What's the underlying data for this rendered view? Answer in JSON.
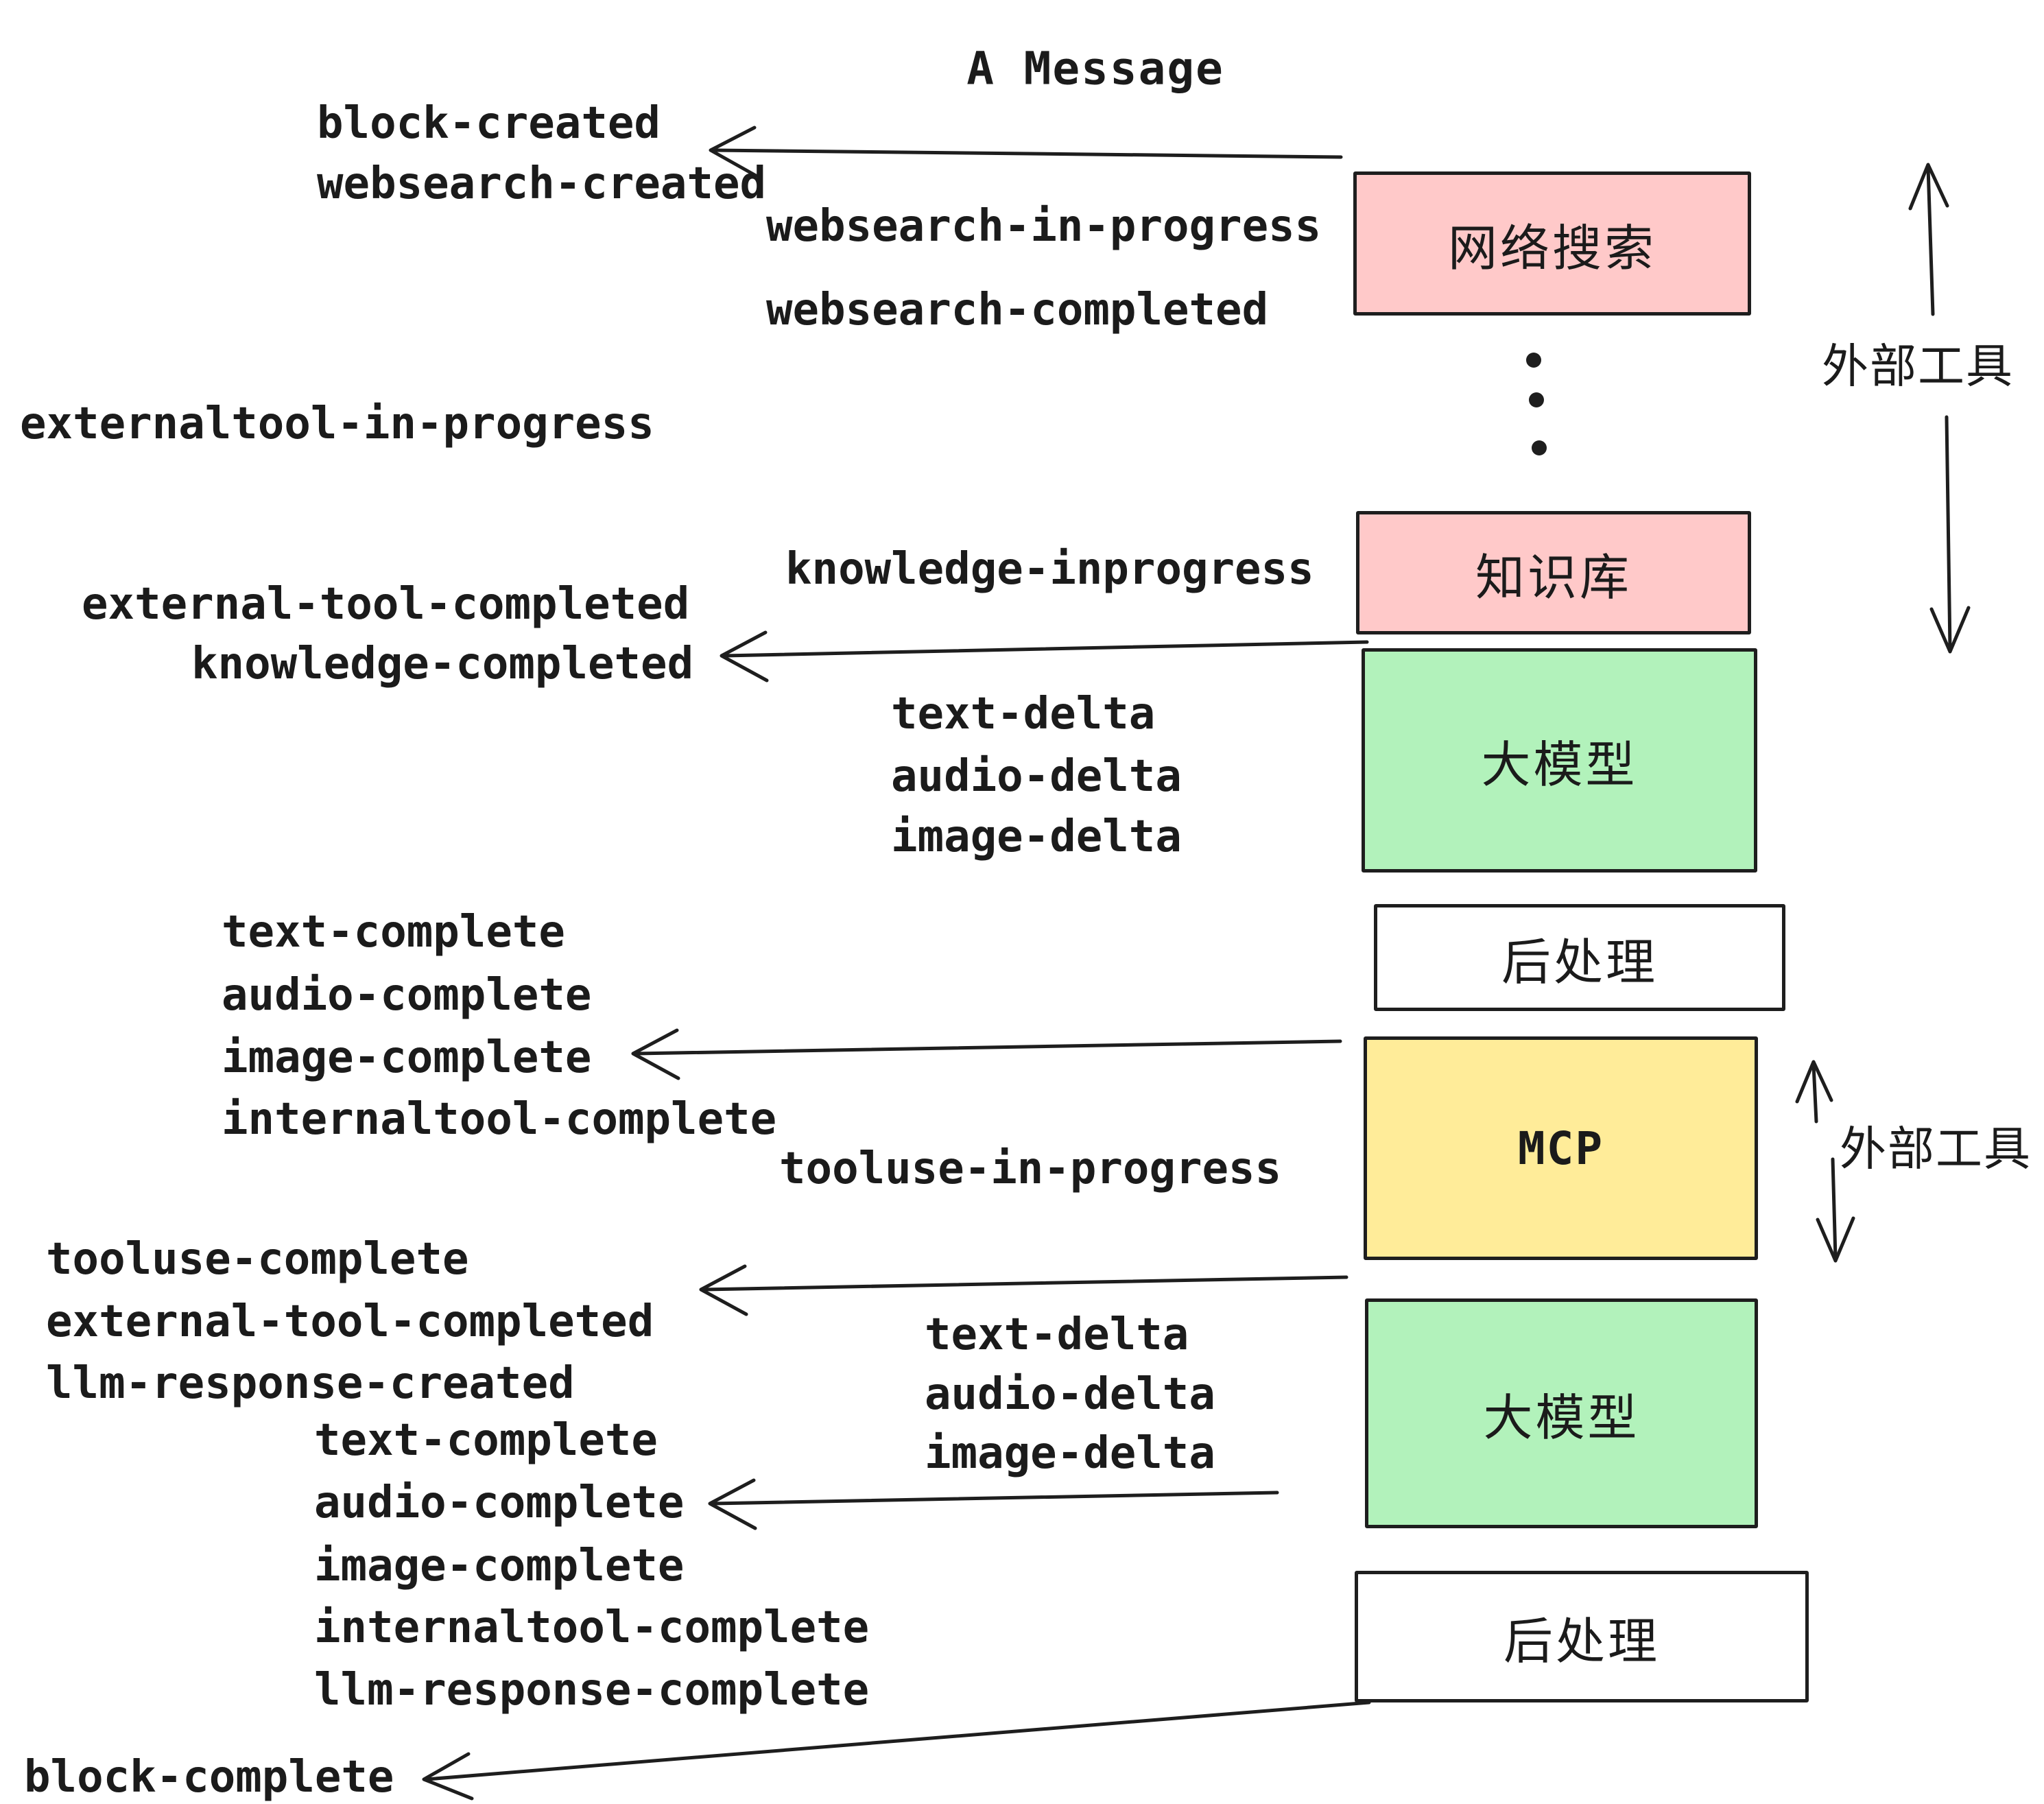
{
  "title": "A Message",
  "colors": {
    "pink": "#FFC9C9",
    "green": "#B2F2BB",
    "yellow": "#FFEC99",
    "white": "#FFFFFF",
    "stroke": "#1E1E1E",
    "text": "#1B1B1B"
  },
  "boxes": [
    {
      "id": "websearch",
      "label": "网络搜索",
      "fill": "pink"
    },
    {
      "id": "knowledge",
      "label": "知识库",
      "fill": "pink"
    },
    {
      "id": "llm-1",
      "label": "大模型",
      "fill": "green"
    },
    {
      "id": "post-1",
      "label": "后处理",
      "fill": "white"
    },
    {
      "id": "mcp",
      "label": "MCP",
      "fill": "yellow"
    },
    {
      "id": "llm-2",
      "label": "大模型",
      "fill": "green"
    },
    {
      "id": "post-2",
      "label": "后处理",
      "fill": "white"
    }
  ],
  "side_labels": [
    {
      "text": "外部工具"
    },
    {
      "text": "外部工具"
    }
  ],
  "events": [
    {
      "text": "block-created"
    },
    {
      "text": "websearch-created"
    },
    {
      "text": "websearch-in-progress"
    },
    {
      "text": "websearch-completed"
    },
    {
      "text": "externaltool-in-progress"
    },
    {
      "text": "knowledge-inprogress"
    },
    {
      "text": "external-tool-completed"
    },
    {
      "text": "knowledge-completed"
    },
    {
      "text": "text-delta"
    },
    {
      "text": "audio-delta"
    },
    {
      "text": "image-delta"
    },
    {
      "text": "text-complete"
    },
    {
      "text": "audio-complete"
    },
    {
      "text": "image-complete"
    },
    {
      "text": "internaltool-complete"
    },
    {
      "text": "tooluse-in-progress"
    },
    {
      "text": "tooluse-complete"
    },
    {
      "text": "external-tool-completed"
    },
    {
      "text": "llm-response-created"
    },
    {
      "text": "text-delta"
    },
    {
      "text": "audio-delta"
    },
    {
      "text": "image-delta"
    },
    {
      "text": "text-complete"
    },
    {
      "text": "audio-complete"
    },
    {
      "text": "image-complete"
    },
    {
      "text": "internaltool-complete"
    },
    {
      "text": "llm-response-complete"
    },
    {
      "text": "block-complete"
    }
  ]
}
